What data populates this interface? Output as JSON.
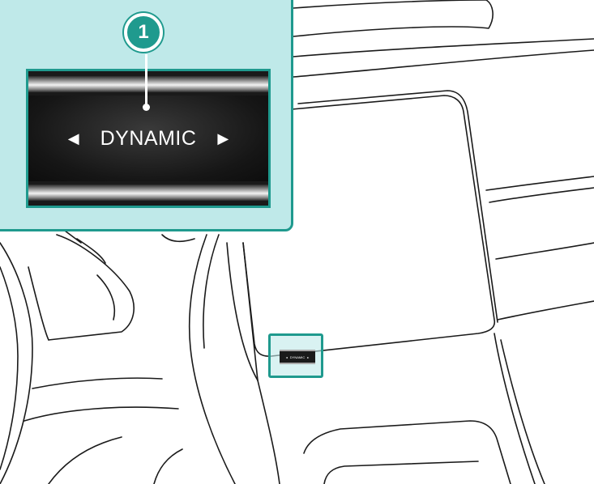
{
  "callout": {
    "number": "1",
    "mode_label": "DYNAMIC",
    "arrow_left": "◀",
    "arrow_right": "▶"
  },
  "dashboard_switch": {
    "mode_label": "DYNAMIC",
    "arrow_left": "◂",
    "arrow_right": "▸"
  },
  "colors": {
    "accent": "#1f9a8e",
    "inset_fill": "#bfe9e9",
    "switch_body": "#1a1a1a"
  }
}
